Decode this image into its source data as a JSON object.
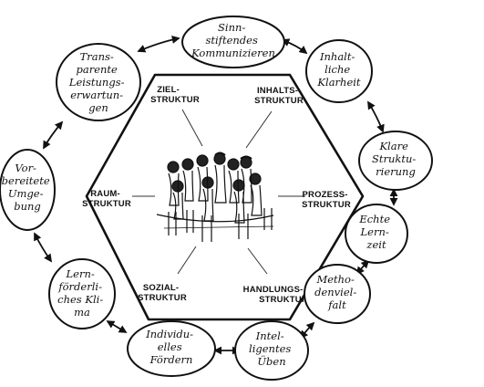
{
  "structures": [
    {
      "key": "ziel",
      "lines": [
        "ZIEL-",
        "STRUKTUR"
      ]
    },
    {
      "key": "inhalts",
      "lines": [
        "INHALTS-",
        "STRUKTUR"
      ]
    },
    {
      "key": "raum",
      "lines": [
        "RAUM-",
        "STRUKTUR"
      ]
    },
    {
      "key": "prozess",
      "lines": [
        "PROZESS-",
        "STRUKTUR"
      ]
    },
    {
      "key": "sozial",
      "lines": [
        "SOZIAL-",
        "STRUKTUR"
      ]
    },
    {
      "key": "handlungs",
      "lines": [
        "HANDLUNGS-",
        "STRUKTUR"
      ]
    }
  ],
  "features": [
    {
      "key": "sinnstiftendes-kommunizieren",
      "lines": [
        "Sinn-",
        "stiftendes",
        "Kommunizieren"
      ]
    },
    {
      "key": "inhaltliche-klarheit",
      "lines": [
        "Inhalt-",
        "liche",
        "Klarheit"
      ]
    },
    {
      "key": "klare-strukturierung",
      "lines": [
        "Klare",
        "Struktu-",
        "rierung"
      ]
    },
    {
      "key": "echte-lernzeit",
      "lines": [
        "Echte",
        "Lern-",
        "zeit"
      ]
    },
    {
      "key": "methodenvielfalt",
      "lines": [
        "Metho-",
        "denviel-",
        "falt"
      ]
    },
    {
      "key": "intelligentes-ueben",
      "lines": [
        "Intel-",
        "ligentes",
        "Üben"
      ]
    },
    {
      "key": "individuelles-foerdern",
      "lines": [
        "Individu-",
        "elles",
        "Fördern"
      ]
    },
    {
      "key": "lernfoerderliches-klima",
      "lines": [
        "Lern-",
        "förderli-",
        "ches Kli-",
        "ma"
      ]
    },
    {
      "key": "vorbereitete-umgebung",
      "lines": [
        "Vor-",
        "bereitete",
        "Umge-",
        "bung"
      ]
    },
    {
      "key": "transparente-leistungserwartungen",
      "lines": [
        "Trans-",
        "parente",
        "Leistungs-",
        "erwartun-",
        "gen"
      ]
    }
  ]
}
